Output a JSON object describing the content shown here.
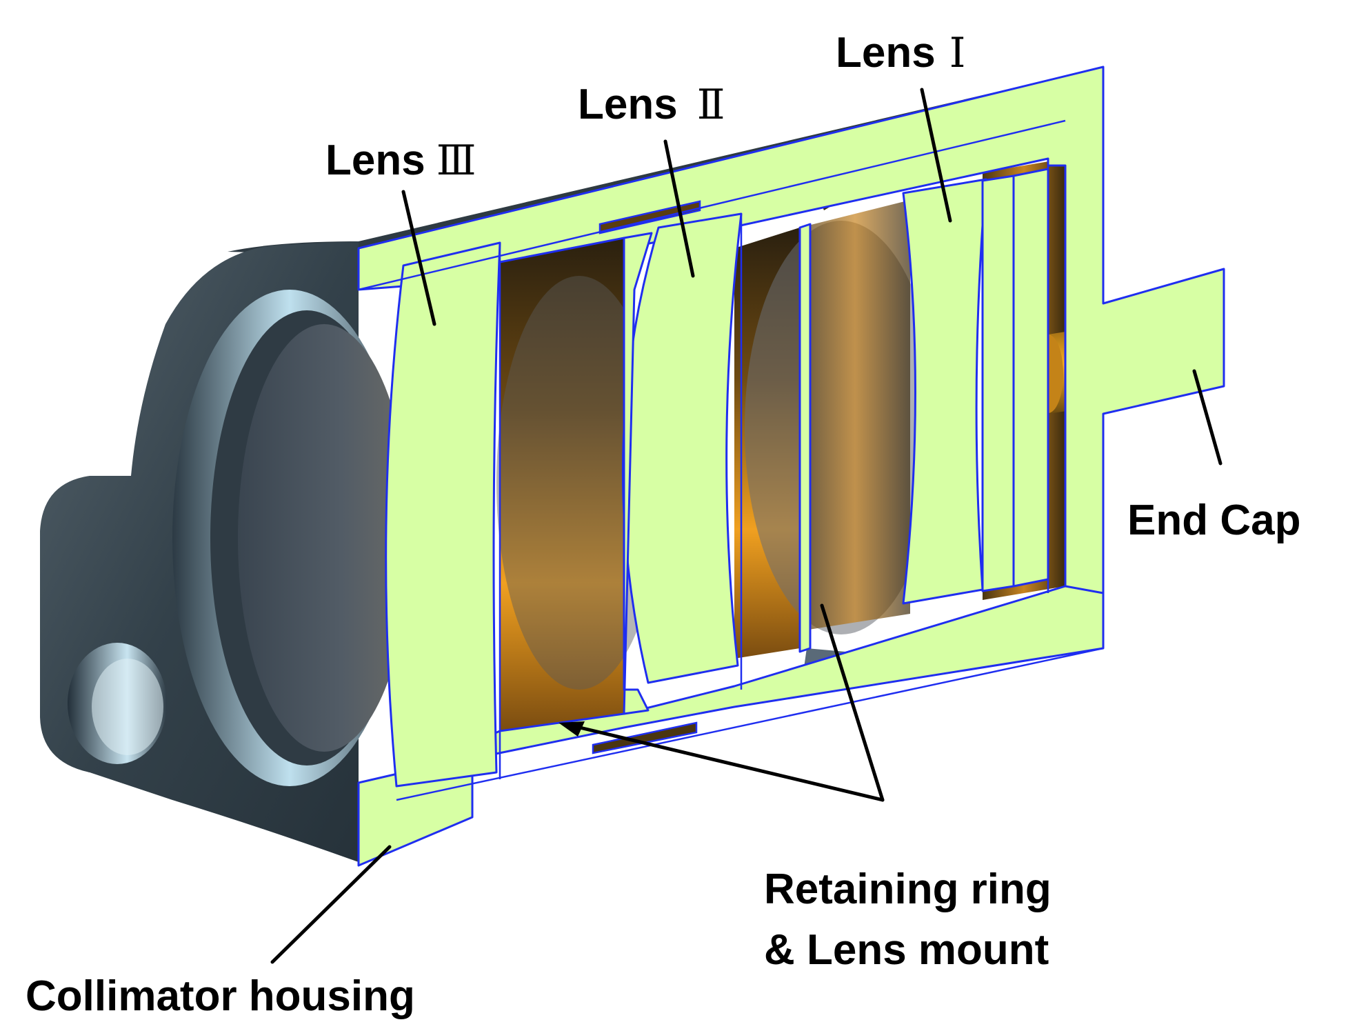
{
  "labels": {
    "lens1_word": "Lens",
    "lens1_numeral": "Ⅰ",
    "lens2_word": "Lens",
    "lens2_numeral": "Ⅱ",
    "lens3_word": "Lens",
    "lens3_numeral": "Ⅲ",
    "end_cap": "End Cap",
    "retaining_line1": "Retaining ring",
    "retaining_line2": "& Lens mount",
    "housing": "Collimator housing"
  },
  "colors": {
    "section_fill": "#d7ffa4",
    "section_edge": "#1f2ef0",
    "housing_dark": "#33414a",
    "cavity_orange": "#e89a1c",
    "cavity_shadow": "#2e2412",
    "cap_green": "#1f8a5a"
  }
}
